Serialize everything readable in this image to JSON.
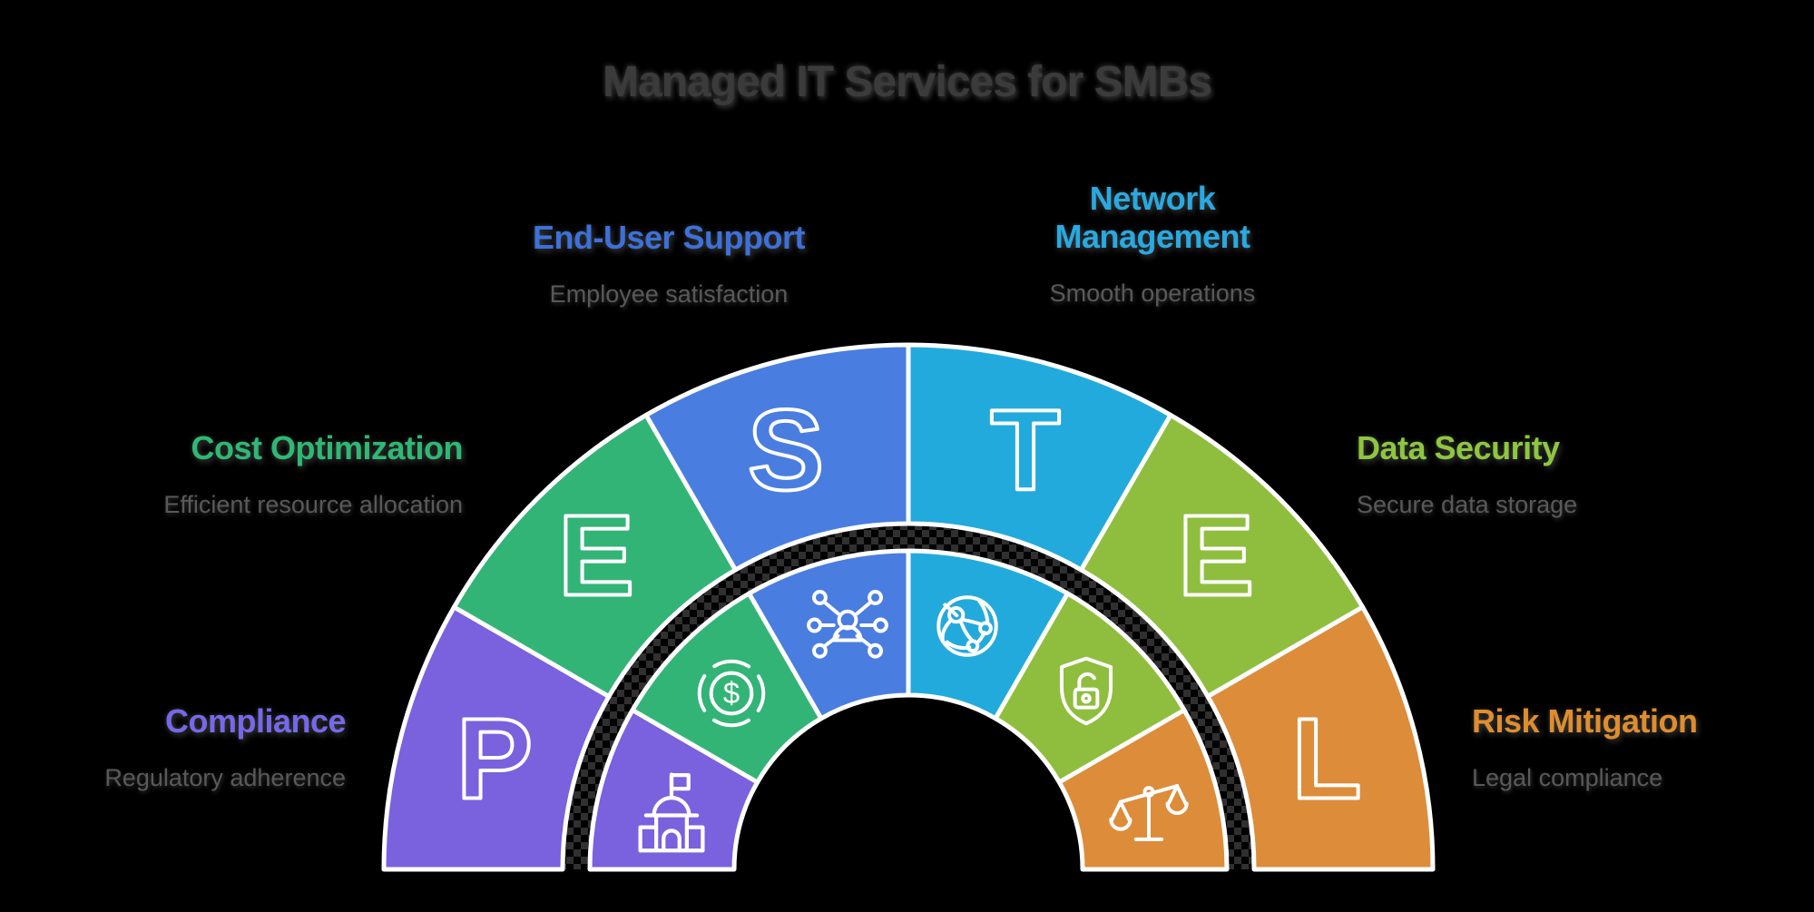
{
  "title": {
    "text": "Managed IT Services for SMBs"
  },
  "text_colors": {
    "title": "#3b3b3b",
    "subtitle": "#595959"
  },
  "background_color": "#000000",
  "ring_outline_color": "#ffffff",
  "pestel": {
    "segments": [
      {
        "id": "political",
        "letter": "P",
        "color": "#7a61dd",
        "icon": "government-building-icon",
        "heading": "Compliance",
        "heading_color": "#7668ea",
        "subtitle": "Regulatory adherence"
      },
      {
        "id": "economic",
        "letter": "E",
        "color": "#33b477",
        "icon": "dollar-coin-icon",
        "heading": "Cost Optimization",
        "heading_color": "#2eb874",
        "subtitle": "Efficient resource allocation"
      },
      {
        "id": "social",
        "letter": "S",
        "color": "#4a7de0",
        "icon": "people-network-icon",
        "heading": "End-User Support",
        "heading_color": "#3d70d9",
        "subtitle": "Employee satisfaction"
      },
      {
        "id": "technological",
        "letter": "T",
        "color": "#23aadc",
        "icon": "globe-network-icon",
        "heading": "Network Management",
        "heading_color": "#29a9e1",
        "subtitle": "Smooth operations"
      },
      {
        "id": "environmental",
        "letter": "E",
        "color": "#8fbe3e",
        "icon": "shield-lock-icon",
        "heading": "Data Security",
        "heading_color": "#8ec63f",
        "subtitle": "Secure data storage"
      },
      {
        "id": "legal",
        "letter": "L",
        "color": "#dd8c3a",
        "icon": "scales-icon",
        "heading": "Risk Mitigation",
        "heading_color": "#e08d2e",
        "subtitle": "Legal compliance"
      }
    ]
  },
  "icons": {
    "dollar_glyph": "$"
  }
}
